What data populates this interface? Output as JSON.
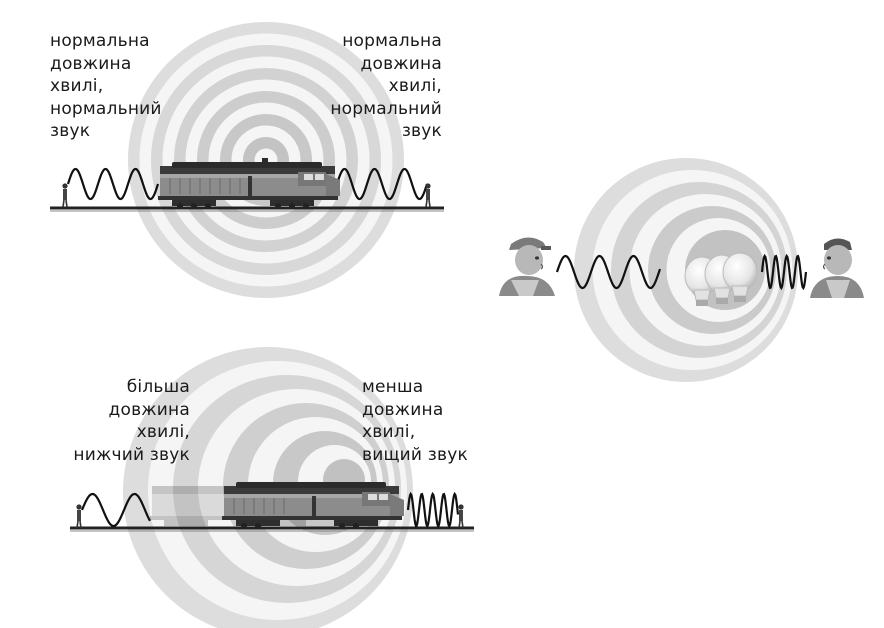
{
  "colors": {
    "ring_dark": "#9a9a9a",
    "ring_light": "#f3f3f3",
    "wave": "#111111",
    "rail": "#222222",
    "train_body": "#8c8c8c",
    "train_dark": "#2b2b2b",
    "bulb": "#eeeeee"
  },
  "icons": {
    "locomotive": "locomotive-icon",
    "person": "person-icon",
    "worker": "worker-with-cap-icon",
    "bulb": "light-bulb-icon"
  },
  "panel_top": {
    "left_label": [
      "нормальна",
      "довжина",
      "хвилі,",
      "нормальний",
      "звук"
    ],
    "right_label": [
      "нормальна",
      "довжина",
      "хвилі,",
      "нормальний",
      "звук"
    ]
  },
  "panel_bottom": {
    "left_label": [
      "більша",
      "довжина",
      "хвилі,",
      "нижчий звук"
    ],
    "right_label": [
      "менша",
      "довжина",
      "хвилі,",
      "вищий звук"
    ]
  }
}
